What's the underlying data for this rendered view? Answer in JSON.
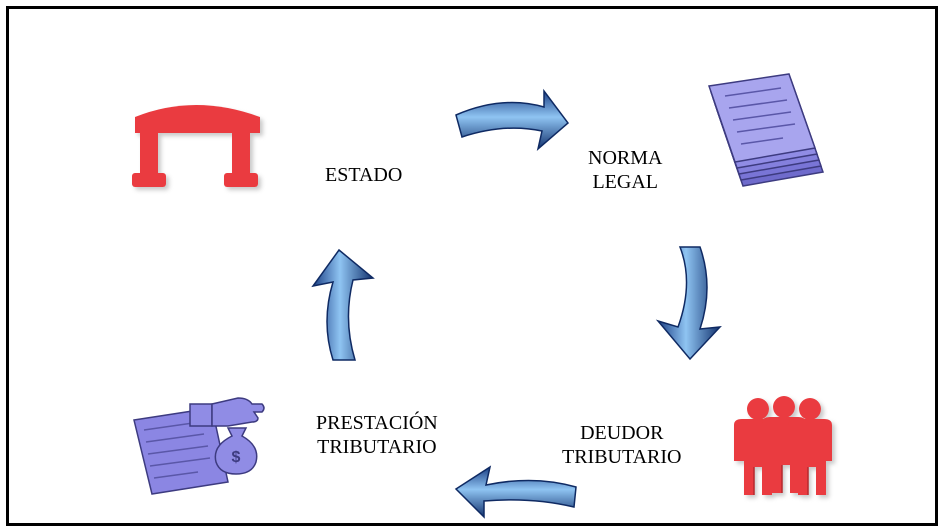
{
  "diagram": {
    "nodes": {
      "estado": {
        "label": "ESTADO",
        "icon": "pillar-gate-icon"
      },
      "norma": {
        "line1": "NORMA",
        "line2": "LEGAL",
        "icon": "document-stack-icon"
      },
      "deudor": {
        "line1": "DEUDOR",
        "line2": "TRIBUTARIO",
        "icon": "people-group-icon"
      },
      "prestacion": {
        "line1": "PRESTACIÓN",
        "line2": "TRIBUTARIO",
        "icon": "payment-document-icon"
      }
    },
    "colors": {
      "red": "#ea3b3f",
      "lavender": "#8b86e3",
      "arrow_blue": "#1f4f98"
    }
  }
}
